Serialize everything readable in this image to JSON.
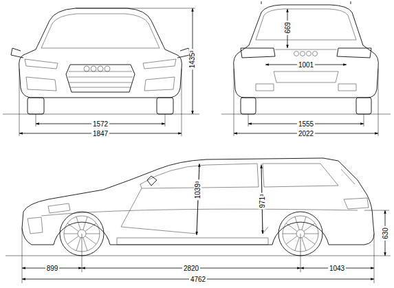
{
  "diagram": {
    "labels": [
      "1435³",
      "1572",
      "1847",
      "669",
      "1001",
      "1555",
      "2022",
      "1039³",
      "971³",
      "899",
      "2820",
      "1043",
      "4762",
      "630"
    ]
  }
}
